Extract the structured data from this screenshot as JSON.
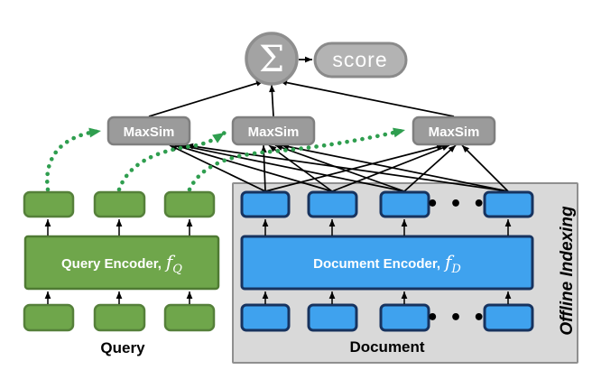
{
  "aggregator": {
    "sigma_symbol": "Σ",
    "score_label": "score"
  },
  "maxsim": {
    "label": "MaxSim",
    "count": 3
  },
  "query_side": {
    "encoder_label": "Query Encoder,",
    "encoder_fn": "f",
    "encoder_fn_sub": "Q",
    "caption": "Query",
    "embedding_count": 3,
    "token_count": 3
  },
  "doc_side": {
    "encoder_label": "Document Encoder,",
    "encoder_fn": "f",
    "encoder_fn_sub": "D",
    "caption": "Document",
    "panel_caption": "Offline Indexing",
    "ellipsis": "• • •",
    "embedding_count": 4,
    "token_count": 4
  },
  "colors": {
    "green_fill": "#6FA64B",
    "green_border": "#55803A",
    "blue_fill": "#3FA2EE",
    "blue_border": "#17335F",
    "maxsim_fill": "#9B9B9B",
    "sigma_fill": "#A3A3A3",
    "score_fill": "#B3B3B3",
    "gray_border": "#7F7F7F",
    "panel_fill": "#D9D9D9",
    "panel_border": "#8F8F8F",
    "dotted_arrow_green": "#2F9E4F",
    "line_black": "#000000",
    "label_white": "#FFFFFF",
    "label_black": "#000000"
  }
}
